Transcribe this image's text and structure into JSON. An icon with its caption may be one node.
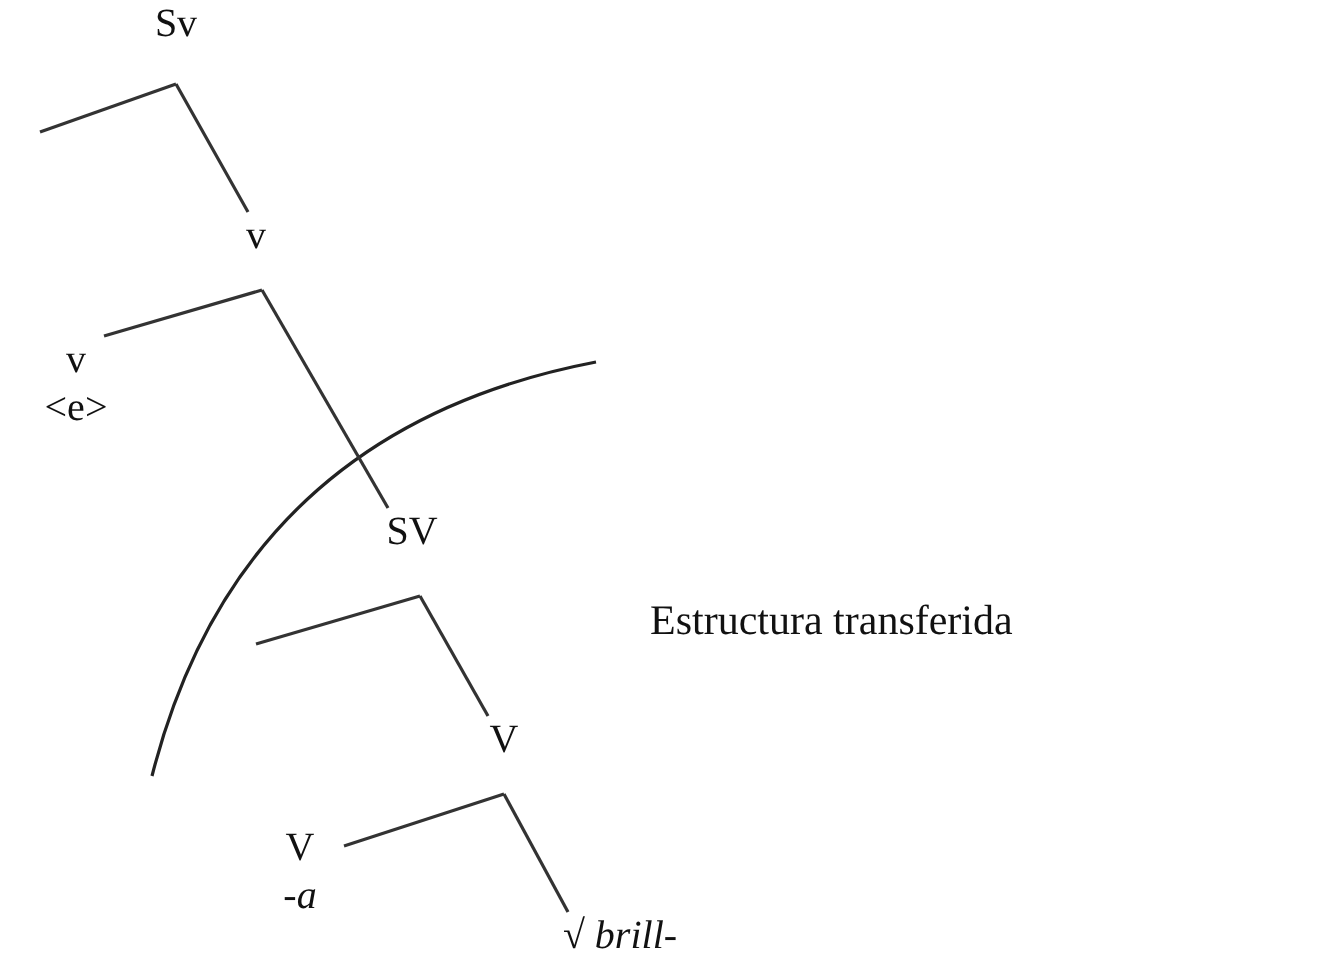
{
  "diagram": {
    "nodes": [
      {
        "text": [
          "Sv"
        ]
      },
      {
        "text": [
          "v"
        ]
      },
      {
        "text": [
          "v",
          "<e>"
        ]
      },
      {
        "text": [
          "SV"
        ]
      },
      {
        "text": [
          "V"
        ]
      },
      {
        "text": [
          "V",
          "*-a*"
        ]
      },
      {
        "text": [
          "√ *brill-*"
        ]
      }
    ],
    "edges": [
      {
        "from": 0,
        "to": null,
        "arrow": "none"
      },
      {
        "from": 0,
        "to": 1,
        "arrow": "none"
      },
      {
        "from": 1,
        "to": 2,
        "arrow": "none"
      },
      {
        "from": 1,
        "to": 3,
        "arrow": "none"
      },
      {
        "from": 3,
        "to": null,
        "arrow": "none"
      },
      {
        "from": 3,
        "to": 4,
        "arrow": "none"
      },
      {
        "from": 4,
        "to": 5,
        "arrow": "none"
      },
      {
        "from": 4,
        "to": 6,
        "arrow": "none"
      }
    ],
    "labels": [
      "Estructura transferida"
    ]
  }
}
